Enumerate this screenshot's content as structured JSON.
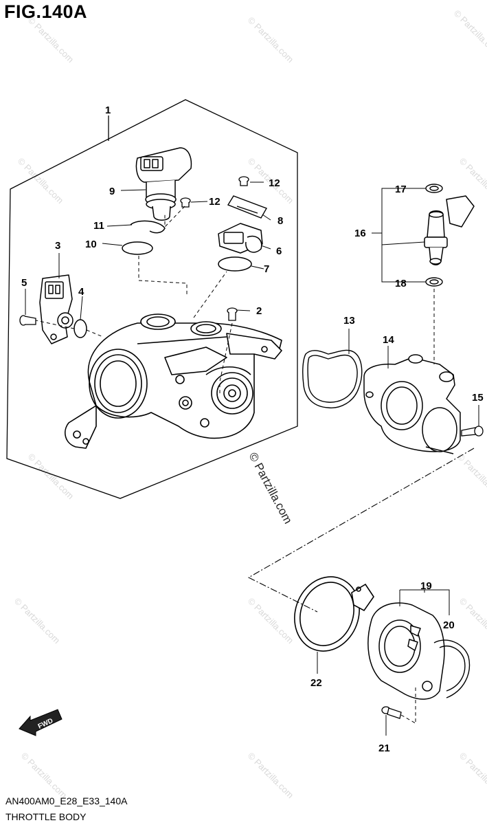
{
  "figure": {
    "title": "FIG.140A",
    "code": "AN400AM0_E28_E33_140A",
    "name": "THROTTLE BODY"
  },
  "watermark": {
    "main": "© Partzilla.com",
    "faint": "© Partzilla.com"
  },
  "fwd_label": "FWD",
  "callouts": [
    "1",
    "2",
    "3",
    "4",
    "5",
    "6",
    "7",
    "8",
    "9",
    "10",
    "11",
    "12",
    "12",
    "13",
    "14",
    "15",
    "16",
    "17",
    "18",
    "19",
    "20",
    "21",
    "22"
  ],
  "colors": {
    "ink": "#000000",
    "watermark": "#d9d9d9"
  }
}
